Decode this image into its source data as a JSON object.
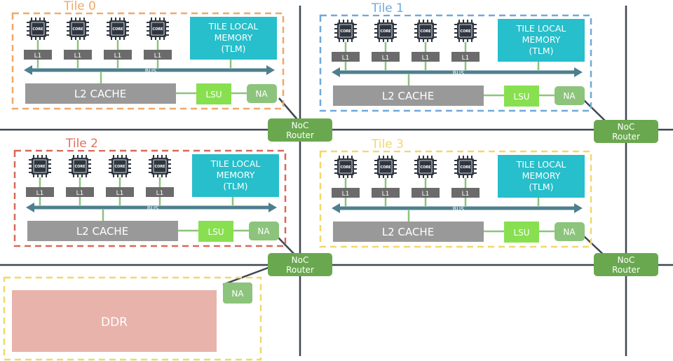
{
  "tiles": [
    {
      "title": "Tile 0",
      "title_color": "#F0A868",
      "border_color": "#F0A868",
      "cores": [
        {
          "label": "CORE"
        },
        {
          "label": "CORE"
        },
        {
          "label": "CORE"
        },
        {
          "label": "CORE"
        }
      ],
      "l1_labels": [
        "L1",
        "L1",
        "L1",
        "L1"
      ],
      "bus_label": "BUS",
      "tlm_lines": [
        "TILE LOCAL",
        "MEMORY",
        "(TLM)"
      ],
      "l2_label": "L2  CACHE",
      "lsu_label": "LSU",
      "na_label": "NA"
    },
    {
      "title": "Tile 1",
      "title_color": "#6FA8DC",
      "border_color": "#6FA8DC",
      "cores": [
        {
          "label": "CORE"
        },
        {
          "label": "CORE"
        },
        {
          "label": "CORE"
        },
        {
          "label": "CORE"
        }
      ],
      "l1_labels": [
        "L1",
        "L1",
        "L1",
        "L1"
      ],
      "bus_label": "BUS",
      "tlm_lines": [
        "TILE LOCAL",
        "MEMORY",
        "(TLM)"
      ],
      "l2_label": "L2  CACHE",
      "lsu_label": "LSU",
      "na_label": "NA"
    },
    {
      "title": "Tile 2",
      "title_color": "#E07060",
      "border_color": "#D86858",
      "cores": [
        {
          "label": "CORE"
        },
        {
          "label": "CORE"
        },
        {
          "label": "CORE"
        },
        {
          "label": "CORE"
        }
      ],
      "l1_labels": [
        "L1",
        "L1",
        "L1",
        "L1"
      ],
      "bus_label": "BUS",
      "tlm_lines": [
        "TILE LOCAL",
        "MEMORY",
        "(TLM)"
      ],
      "l2_label": "L2  CACHE",
      "lsu_label": "LSU",
      "na_label": "NA"
    },
    {
      "title": "Tile 3",
      "title_color": "#F2D86A",
      "border_color": "#F2D86A",
      "cores": [
        {
          "label": "CORE"
        },
        {
          "label": "CORE"
        },
        {
          "label": "CORE"
        },
        {
          "label": "CORE"
        }
      ],
      "l1_labels": [
        "L1",
        "L1",
        "L1",
        "L1"
      ],
      "bus_label": "BUS",
      "tlm_lines": [
        "TILE LOCAL",
        "MEMORY",
        "(TLM)"
      ],
      "l2_label": "L2  CACHE",
      "lsu_label": "LSU",
      "na_label": "NA"
    }
  ],
  "routers": [
    {
      "lines": [
        "NoC",
        "Router"
      ]
    },
    {
      "lines": [
        "NoC",
        "Router"
      ]
    },
    {
      "lines": [
        "NoC",
        "Router"
      ]
    },
    {
      "lines": [
        "NoC",
        "Router"
      ]
    }
  ],
  "ddr": {
    "label": "DDR",
    "na_label": "NA",
    "border_color": "#F2D86A"
  },
  "continuation_dots": [
    "·  ·",
    "·  ·"
  ],
  "colors": {
    "tlm": "#26BFCB",
    "l2": "#999999",
    "lsu": "#88E050",
    "na": "#8CC47C",
    "router": "#6AA84F",
    "bus": "#4E7F8C",
    "l1": "#6B6B6B",
    "core": "#2F3640",
    "ddr": "#E7B3AA",
    "noc_line": "#3D4652",
    "link": "#8CC47C"
  }
}
